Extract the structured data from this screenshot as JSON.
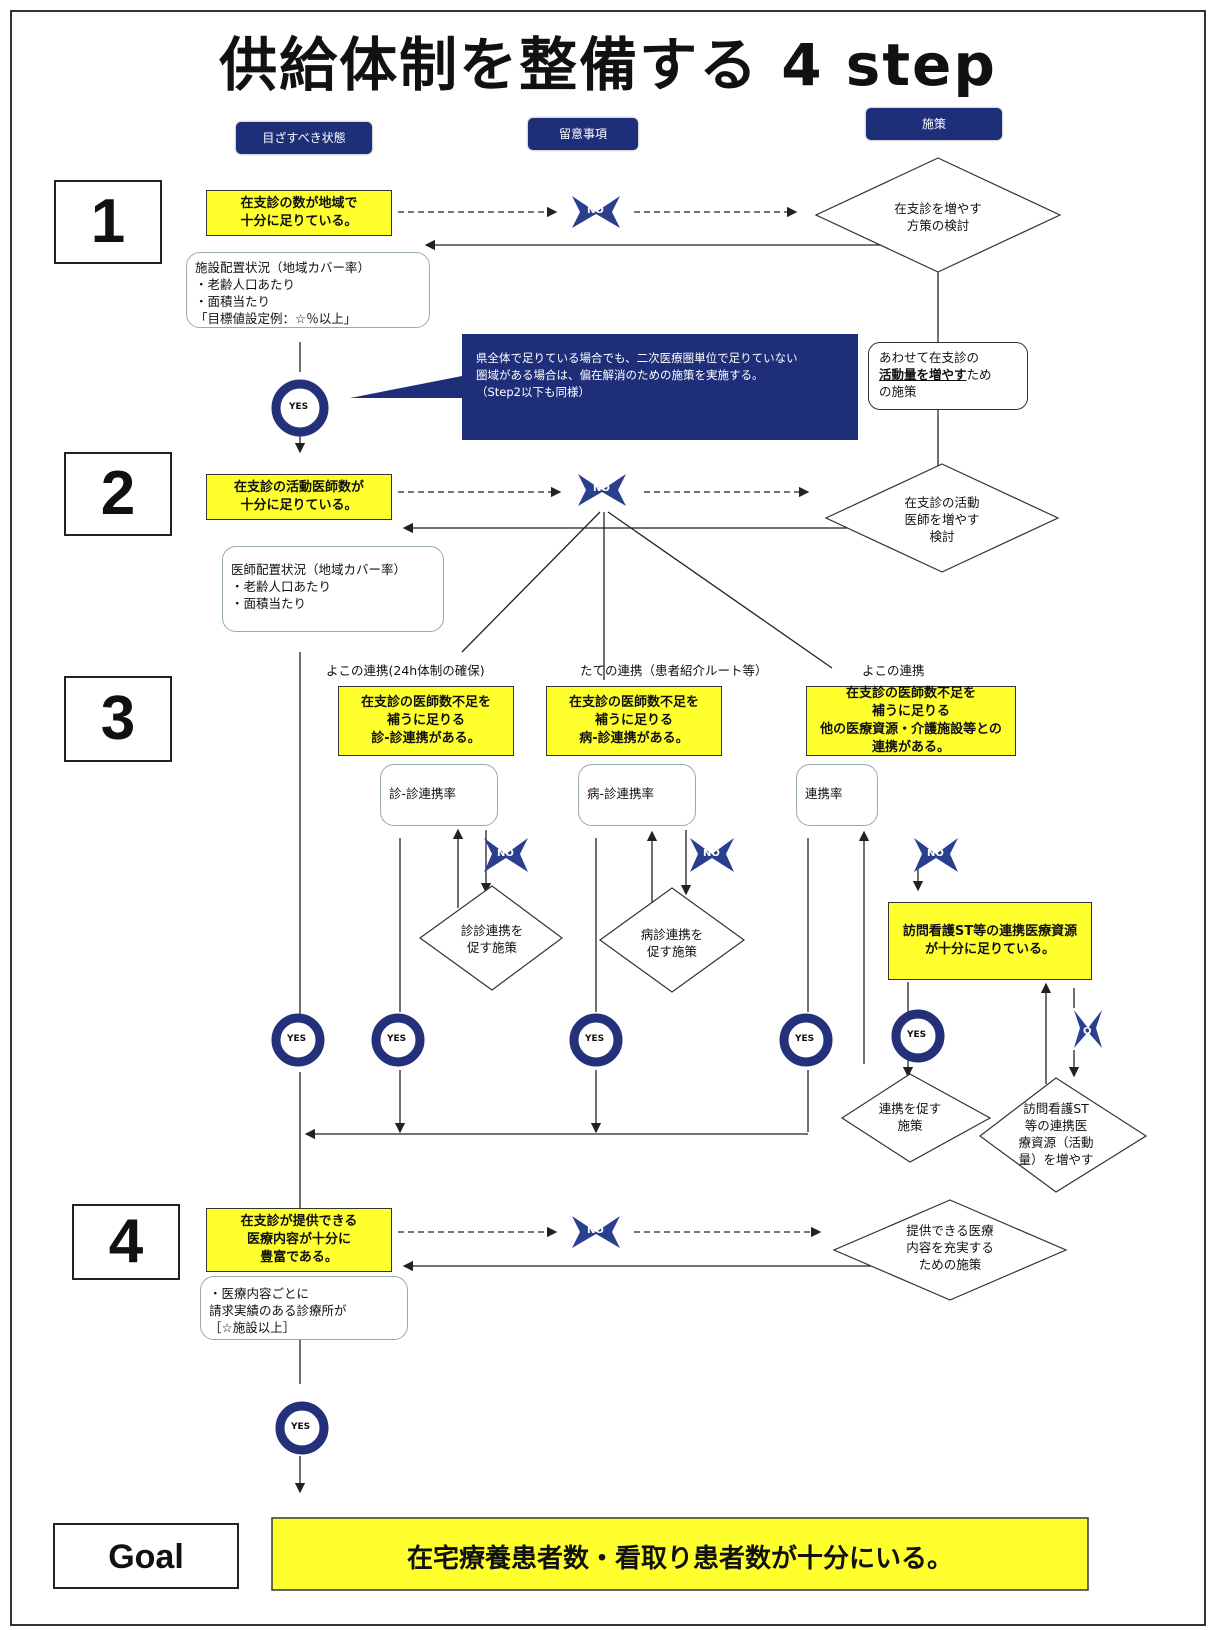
{
  "title": "供給体制を整備する 4 step",
  "headers": {
    "state": "目ざすべき状態",
    "notes": "留意事項",
    "measures": "施策"
  },
  "steps": [
    "1",
    "2",
    "3",
    "4"
  ],
  "goal": {
    "label": "Goal",
    "text": "在宅療養患者数・看取り患者数が十分にいる。"
  },
  "step1": {
    "condition": "在支診の数が地域で\n十分に足りている。",
    "indicator": "施設配置状況（地域カバー率）\n・老齢人口あたり\n・面積当たり\n「目標値設定例：☆％以上」",
    "measure": "在支診を増やす\n方策の検討",
    "callout": "県全体で足りている場合でも、二次医療圏単位で足りていない\n圏域がある場合は、偏在解消のための施策を実施する。\n（Step2以下も同様）",
    "side_prefix": "あわせて在支診の",
    "side_bold": "活動量を増やす",
    "side_suffix": "ため\nの施策"
  },
  "step2": {
    "condition": "在支診の活動医師数が\n十分に足りている。",
    "indicator": "医師配置状況（地域カバー率）\n・老齢人口あたり\n・面積当たり",
    "measure": "在支診の活動\n医師を増やす\n検討"
  },
  "step3": {
    "col1": {
      "label": "よこの連携(24h体制の確保)",
      "condition": "在支診の医師数不足を\n補うに足りる\n診-診連携がある。",
      "indicator": "診-診連携率",
      "measure": "診診連携を\n促す施策"
    },
    "col2": {
      "label": "たての連携（患者紹介ルート等）",
      "condition": "在支診の医師数不足を\n補うに足りる\n病-診連携がある。",
      "indicator": "病-診連携率",
      "measure": "病診連携を\n促す施策"
    },
    "col3": {
      "label": "よこの連携",
      "condition": "在支診の医師数不足を\n補うに足りる\n他の医療資源・介護施設等との\n連携がある。",
      "indicator": "連携率",
      "sub_condition": "訪問看護ST等の連携医療資源\nが十分に足りている。",
      "measure_a": "連携を促す\n施策",
      "measure_b": "訪問看護ST\n等の連携医\n療資源（活動\n量）を増やす"
    }
  },
  "step4": {
    "condition": "在支診が提供できる\n医療内容が十分に\n豊富である。",
    "indicator": "・医療内容ごとに\n請求実績のある診療所が\n［☆施設以上］",
    "measure": "提供できる医療\n内容を充実する\nための施策"
  },
  "no_label": "NO",
  "no_vertical": "N\nO",
  "yes_label": "YES",
  "colors": {
    "navy": "#1f2e78",
    "yellow": "#ffff2e",
    "x_blue": "#2b3f8f"
  }
}
